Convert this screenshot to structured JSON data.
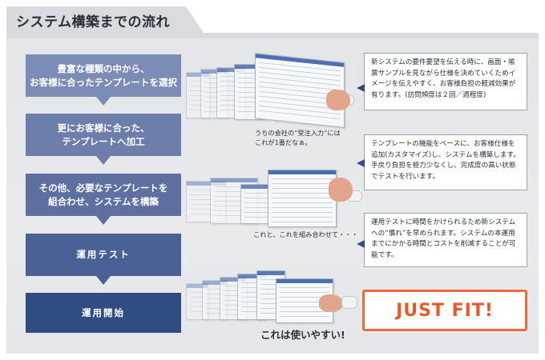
{
  "header": {
    "title": "システム構築までの流れ"
  },
  "steps": [
    {
      "lines": [
        "豊富な種類の中から、",
        "お客様に合ったテンプレートを選択"
      ]
    },
    {
      "lines": [
        "更にお客様に合った、",
        "テンプレートへ加工"
      ]
    },
    {
      "lines": [
        "その他、必要なテンプレートを",
        "組合わせ、システムを構築"
      ]
    },
    {
      "lines": [
        "運用テスト"
      ]
    },
    {
      "lines": [
        "運用開始"
      ]
    }
  ],
  "info_boxes": [
    {
      "text": "新システムの要件要望を伝える時に、画面・帳票サンプルを見ながら仕様を決めていくためイメージを伝えやすく、お客様負担の軽減効果が有ります。(訪問頻度は２回／週程度)"
    },
    {
      "text": "テンプレートの機能をベースに、お客様仕様を追加(カスタマイズ)し、システムを構築します。手戻り負担を極力少なくし、完成度の高い状態でテストを行います。"
    },
    {
      "text": "運用テストに時間をかけられるため新システムへの“慣れ”を早められます。システムの本運用までにかかる時間とコストを削減することが可能です。"
    }
  ],
  "captions": {
    "caption1_line1": "うちの会社の“受注入力”には",
    "caption1_line2": "これが1番だなぁ。",
    "caption2": "これと、これを組み合わせて・・・",
    "caption3": "これは使いやすい!"
  },
  "badge": {
    "label": "JUST FIT!"
  },
  "colors": {
    "accent": "#ee6a3a",
    "step_dark": "#2f4d83",
    "step_light": "#7d8cb6",
    "panel_bg": "#e9eaec"
  },
  "icons": {
    "screens": "software-screenshot-stack",
    "hand": "pointing-hand"
  }
}
